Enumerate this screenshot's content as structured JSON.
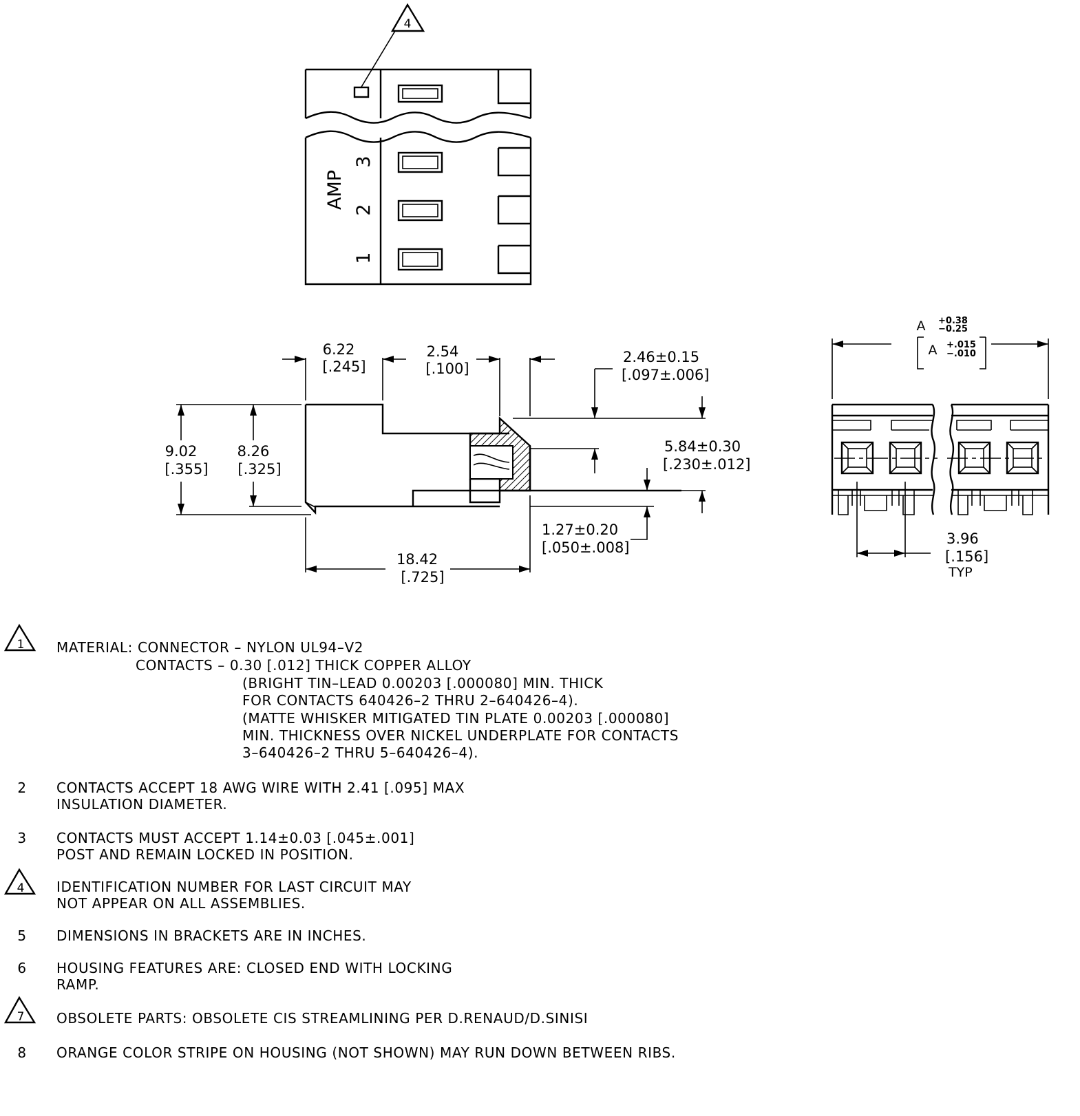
{
  "top_view": {
    "delta_label": "4",
    "brand": "AMP",
    "positions": [
      "3",
      "2",
      "1"
    ]
  },
  "side_view": {
    "dim_width_mm": "6.22",
    "dim_width_in": "[.245]",
    "dim_pitch_mm": "2.54",
    "dim_pitch_in": "[.100]",
    "dim_ramp_mm": "2.46±0.15",
    "dim_ramp_in": "[.097±.006]",
    "dim_overall_h_mm": "9.02",
    "dim_overall_h_in": "[.355]",
    "dim_body_h_mm": "8.26",
    "dim_body_h_in": "[.325]",
    "dim_contact_h_mm": "5.84±0.30",
    "dim_contact_h_in": "[.230±.012]",
    "dim_offset_mm": "1.27±0.20",
    "dim_offset_in": "[.050±.008]",
    "dim_length_mm": "18.42",
    "dim_length_in": "[.725]"
  },
  "end_view": {
    "tol_a_mm": "A",
    "tol_a_mm_plus": "+0.38",
    "tol_a_mm_minus": "−0.25",
    "tol_a_in": "A",
    "tol_a_in_plus": "+.015",
    "tol_a_in_minus": "−.010",
    "pitch_mm": "3.96",
    "pitch_in": "[.156]",
    "pitch_typ": "TYP"
  },
  "notes": [
    {
      "number": "1",
      "delta": true,
      "lines": [
        "MATERIAL:  CONNECTOR  –  NYLON  UL94–V2",
        "CONTACTS  –  0.30  [.012]  THICK  COPPER  ALLOY",
        "(BRIGHT  TIN–LEAD  0.00203  [.000080]  MIN.  THICK",
        "FOR  CONTACTS  640426–2  THRU  2–640426–4).",
        "(MATTE  WHISKER  MITIGATED  TIN  PLATE  0.00203  [.000080]",
        "MIN.  THICKNESS  OVER  NICKEL  UNDERPLATE  FOR  CONTACTS",
        "3–640426–2  THRU  5–640426–4)."
      ]
    },
    {
      "number": "2",
      "delta": false,
      "lines": [
        "CONTACTS  ACCEPT  18  AWG  WIRE  WITH  2.41  [.095]  MAX",
        "INSULATION  DIAMETER."
      ]
    },
    {
      "number": "3",
      "delta": false,
      "lines": [
        "CONTACTS  MUST  ACCEPT  1.14±0.03  [.045±.001]",
        "POST  AND  REMAIN  LOCKED  IN  POSITION."
      ]
    },
    {
      "number": "4",
      "delta": true,
      "lines": [
        "IDENTIFICATION  NUMBER  FOR  LAST  CIRCUIT  MAY",
        "NOT  APPEAR  ON  ALL  ASSEMBLIES."
      ]
    },
    {
      "number": "5",
      "delta": false,
      "lines": [
        "DIMENSIONS  IN  BRACKETS  ARE  IN  INCHES."
      ]
    },
    {
      "number": "6",
      "delta": false,
      "lines": [
        "HOUSING  FEATURES  ARE:  CLOSED  END  WITH  LOCKING",
        "RAMP."
      ]
    },
    {
      "number": "7",
      "delta": true,
      "lines": [
        "OBSOLETE  PARTS:  OBSOLETE  CIS  STREAMLINING  PER  D.RENAUD/D.SINISI"
      ]
    },
    {
      "number": "8",
      "delta": false,
      "lines": [
        "ORANGE  COLOR  STRIPE  ON  HOUSING  (NOT  SHOWN)  MAY  RUN  DOWN  BETWEEN  RIBS."
      ]
    }
  ]
}
